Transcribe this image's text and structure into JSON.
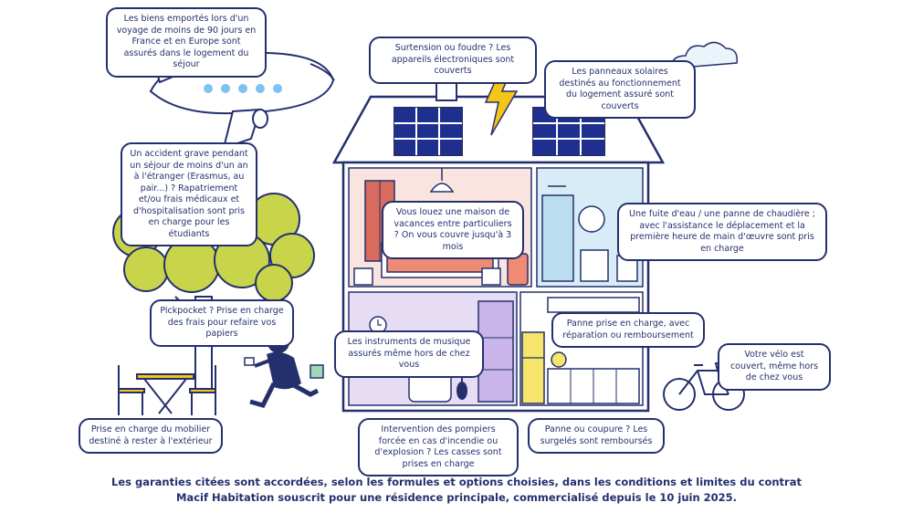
{
  "callouts": {
    "travel": "Les biens emportés lors d'un voyage de moins de 90 jours en France et en Europe sont assurés dans le logement du séjour",
    "surge": "Surtension ou foudre ? Les appareils électroniques sont couverts",
    "solar": "Les panneaux solaires destinés au fonctionnement du logement assuré sont couverts",
    "accident": "Un accident grave pendant un séjour de moins d'un an à l'étranger (Erasmus, au pair...) ? Rapatriement et/ou frais médicaux et d'hospitalisation sont pris en charge pour les étudiants",
    "rental": "Vous louez une maison de vacances entre particuliers ? On vous couvre jusqu'à 3 mois",
    "leak": "Une fuite d'eau / une panne de chaudière ; avec l'assistance le déplacement et la première heure de main d'œuvre sont pris en charge",
    "pickpocket": "Pickpocket ? Prise en charge des frais pour refaire vos papiers",
    "breakdown": "Panne prise en charge, avec réparation ou remboursement",
    "instruments": "Les instruments de musique assurés même hors de chez vous",
    "bike": "Votre vélo est couvert, même hors de chez vous",
    "furniture": "Prise en charge du mobilier destiné à rester à l'extérieur",
    "firemen": "Intervention des pompiers forcée en cas d'incendie ou d'explosion ? Les casses sont prises en charge",
    "power_cut": "Panne ou coupure ? Les surgelés sont remboursés"
  },
  "footer": {
    "line1": "Les garanties citées sont accordées, selon les formules et options choisies, dans les conditions et limites du contrat",
    "line2": "Macif Habitation souscrit pour une résidence principale, commercialisé depuis le 10 juin 2025."
  },
  "colors": {
    "navy": "#24306e",
    "solar_blue": "#1f2f8f",
    "lightning": "#f5c518",
    "tree_green": "#c8d44a",
    "bedroom_pink": "#f9e4e0",
    "bathroom_blue": "#d8ecf7",
    "living_lilac": "#e6dcf3",
    "kitchen_yellow": "#f7e46b",
    "sofa_coral": "#ef8a73"
  },
  "icons": [
    "airplane-icon",
    "lightning-icon",
    "solar-panel-icon",
    "cloud-icon",
    "tree-icon",
    "thief-icon",
    "bicycle-icon",
    "garden-table-icon",
    "chair-icon",
    "suitcase-icon",
    "guitar-icon",
    "clock-icon",
    "sofa-icon",
    "shower-icon",
    "toilet-icon",
    "fridge-icon"
  ]
}
